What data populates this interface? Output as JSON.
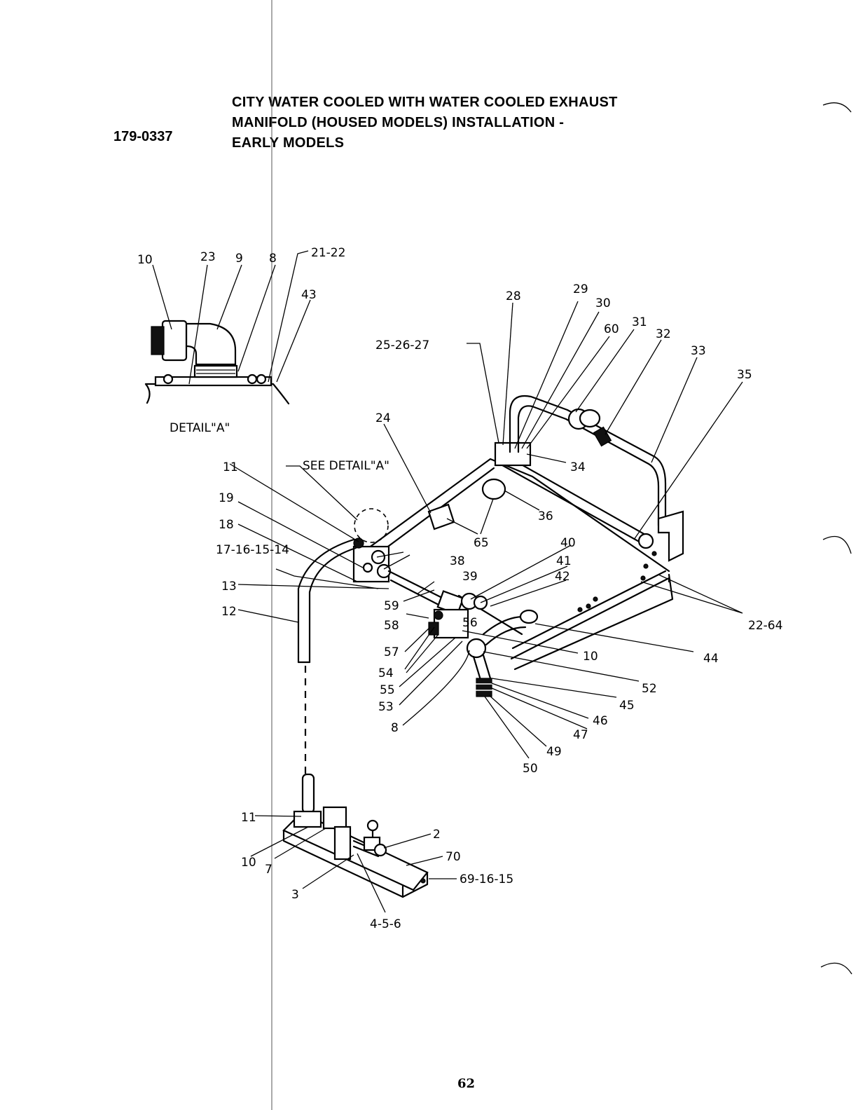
{
  "header": {
    "part_number": "179-0337",
    "title_lines": [
      "CITY WATER COOLED WITH WATER COOLED EXHAUST",
      "MANIFOLD (HOUSED MODELS) INSTALLATION -",
      "EARLY MODELS"
    ]
  },
  "detail": {
    "caption": "DETAIL\"A\"",
    "callout": "SEE DETAIL\"A\""
  },
  "labels": {
    "d10": "10",
    "d23": "23",
    "d9": "9",
    "d8": "8",
    "d21_22": "21-22",
    "d43": "43",
    "l28": "28",
    "l29": "29",
    "l30": "30",
    "l60": "60",
    "l31": "31",
    "l32": "32",
    "l33": "33",
    "l35": "35",
    "l25_26_27": "25-26-27",
    "l24": "24",
    "l34": "34",
    "l36": "36",
    "l65": "65",
    "l11": "11",
    "l19": "19",
    "l18": "18",
    "l17_16_15_14": "17-16-15-14",
    "l13": "13",
    "l12": "12",
    "l38": "38",
    "l39": "39",
    "l40": "40",
    "l41": "41",
    "l42": "42",
    "l59": "59",
    "l58": "58",
    "l56": "56",
    "l57": "57",
    "l54": "54",
    "l55": "55",
    "l53": "53",
    "l8": "8",
    "l10": "10",
    "l44": "44",
    "l22_64": "22-64",
    "l52": "52",
    "l45": "45",
    "l46": "46",
    "l47": "47",
    "l49": "49",
    "l50": "50",
    "b11": "11",
    "b10": "10",
    "b7": "7",
    "b3": "3",
    "b2": "2",
    "b70": "70",
    "b69_16_15": "69-16-15",
    "b4_5_6": "4-5-6"
  },
  "footer": {
    "page_number": "62"
  }
}
